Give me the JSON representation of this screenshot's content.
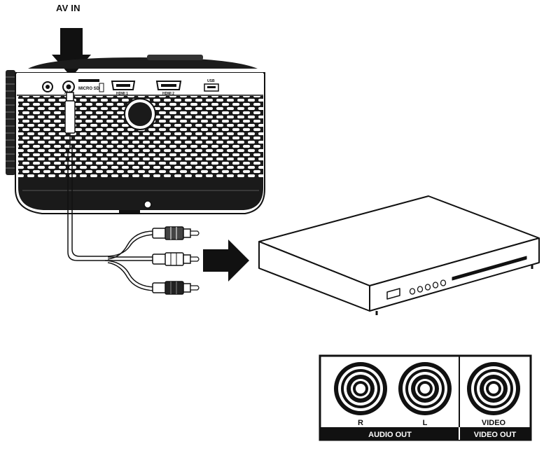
{
  "diagram": {
    "av_in_label": "AV IN",
    "projector_ports": {
      "av": "AV",
      "micro_sd": "MICRO SD",
      "hdmi1": "HDMI 1",
      "hdmi2": "HDMI 2",
      "usb": "USB"
    },
    "output_panel": {
      "jacks": [
        {
          "label": "R"
        },
        {
          "label": "L"
        },
        {
          "label": "VIDEO"
        }
      ],
      "audio_group_label": "AUDIO OUT",
      "video_group_label": "VIDEO OUT"
    }
  }
}
